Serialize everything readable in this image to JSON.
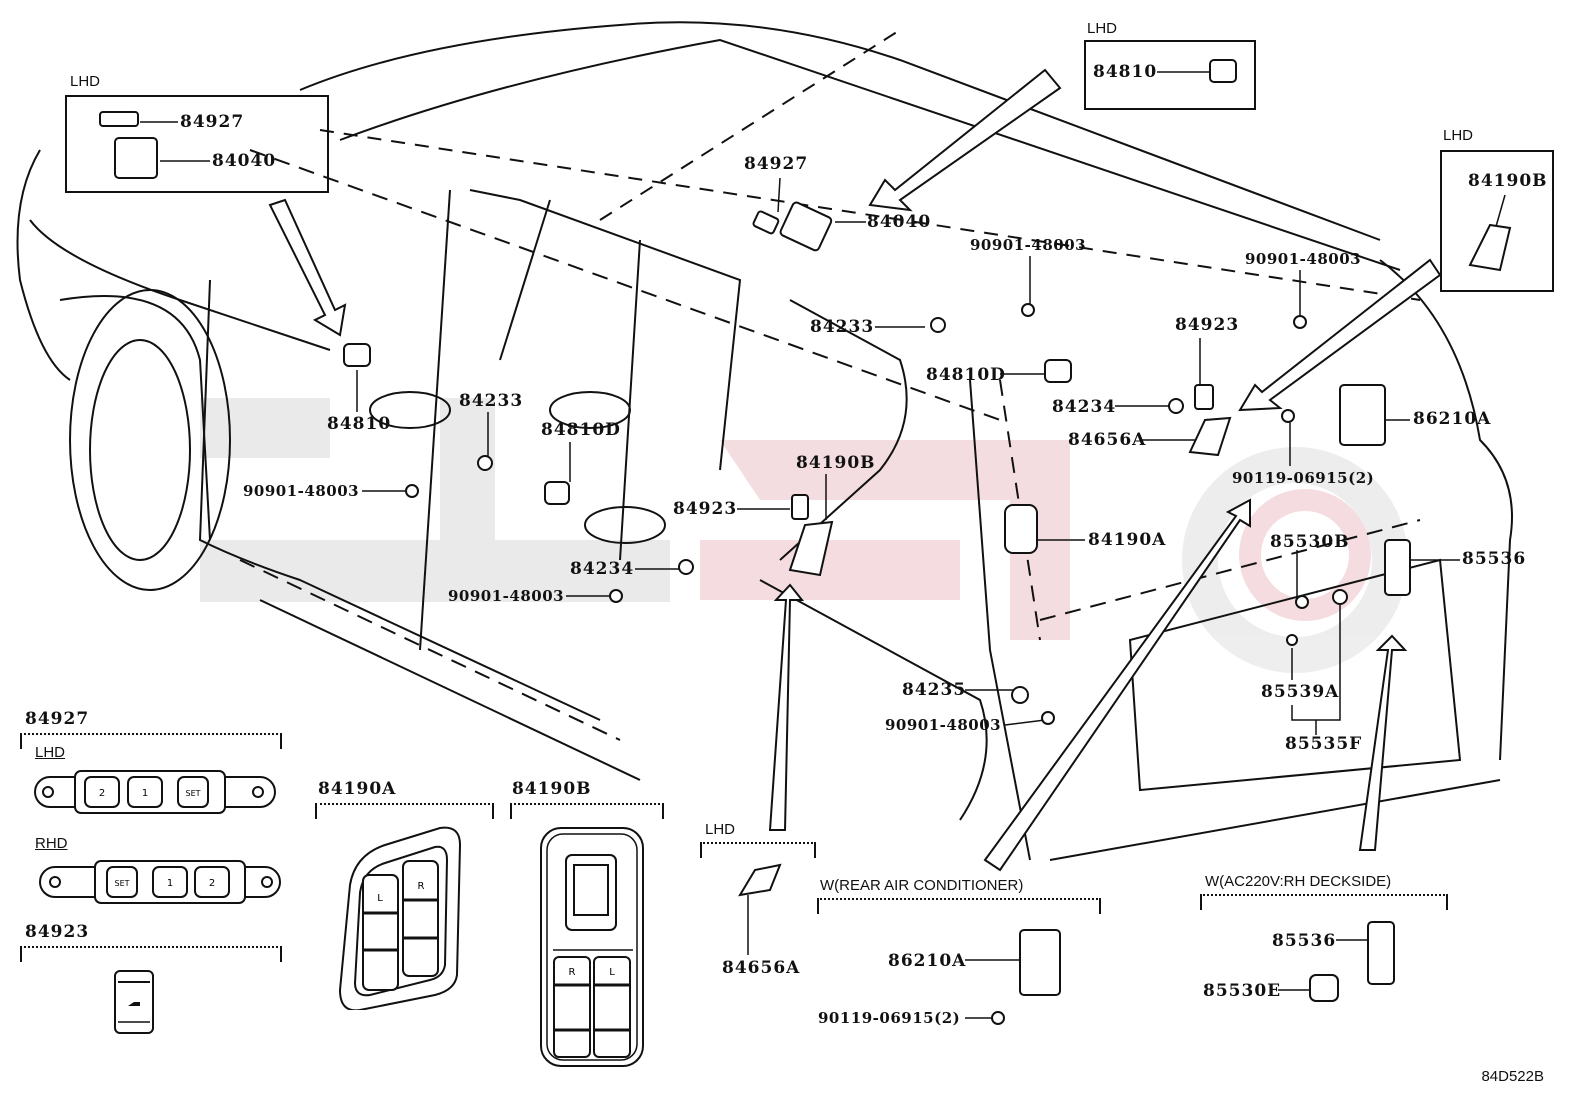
{
  "diagram": {
    "title_code": "84D522B",
    "watermark_color": "#f2d6da",
    "watermark_gray": "#e6e6e6",
    "line_color": "#111111"
  },
  "insets": {
    "lhd_topleft": {
      "tag": "LHD",
      "parts": [
        "84927",
        "84040"
      ]
    },
    "lhd_top": {
      "tag": "LHD",
      "parts": [
        "84810"
      ]
    },
    "lhd_right": {
      "tag": "LHD",
      "parts": [
        "84190B"
      ]
    }
  },
  "callouts": {
    "c84927_roof": "84927",
    "c84040_roof": "84040",
    "c90901_a": "90901-48003",
    "c90901_b": "90901-48003",
    "c84233_a": "84233",
    "c84810_front": "84810",
    "c84233_b": "84233",
    "c84810d_a": "84810D",
    "c84923_a": "84923",
    "c84190b_door": "84190B",
    "c90901_c": "90901-48003",
    "c84234_a": "84234",
    "c90901_d": "90901-48003",
    "c84810d_b": "84810D",
    "c84234_b": "84234",
    "c84923_b": "84923",
    "c84656a": "84656A",
    "c86210a": "86210A",
    "c90119": "90119-06915(2)",
    "c84190a": "84190A",
    "c85530b": "85530B",
    "c85536": "85536",
    "c85539a": "85539A",
    "c85535f": "85535F",
    "c84235": "84235",
    "c90901_e": "90901-48003"
  },
  "details": {
    "d84927": {
      "part": "84927",
      "lhd": "LHD",
      "rhd": "RHD",
      "lhd_buttons": [
        "2",
        "1",
        "SET"
      ],
      "rhd_buttons": [
        "SET",
        "1",
        "2"
      ]
    },
    "d84923": {
      "part": "84923"
    },
    "d84190a": {
      "part": "84190A",
      "switch_labels": [
        "L",
        "R"
      ]
    },
    "d84190b": {
      "part": "84190B",
      "switch_labels": [
        "R",
        "L"
      ]
    },
    "d84656a": {
      "tag": "LHD",
      "part": "84656A"
    },
    "d_rear_ac": {
      "condition": "W(REAR AIR CONDITIONER)",
      "parts": [
        "86210A",
        "90119-06915(2)"
      ]
    },
    "d_ac220": {
      "condition": "W(AC220V:RH DECKSIDE)",
      "parts": [
        "85536",
        "85530E"
      ]
    }
  }
}
